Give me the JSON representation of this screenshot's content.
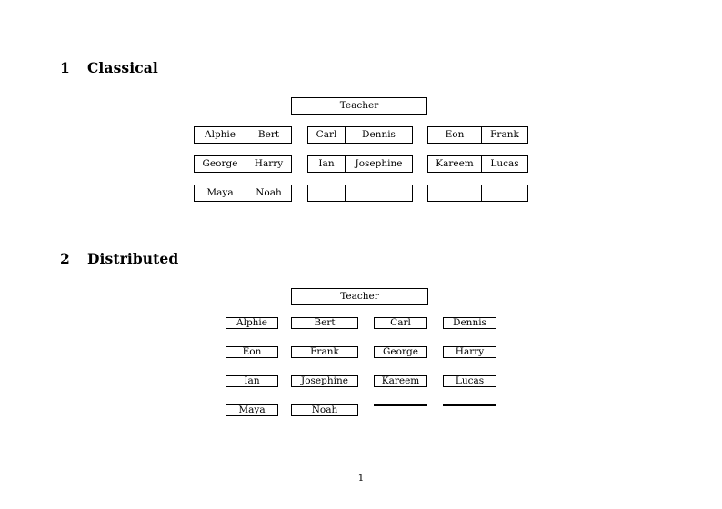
{
  "page": {
    "number": "1"
  },
  "sections": [
    {
      "number": "1",
      "title": "Classical",
      "teacher_label": "Teacher",
      "layout": "joined-pairs",
      "groups": [
        {
          "rows": [
            [
              "Alphie",
              "Bert"
            ],
            [
              "George",
              "Harry"
            ],
            [
              "Maya",
              "Noah"
            ]
          ]
        },
        {
          "rows": [
            [
              "Carl",
              "Dennis"
            ],
            [
              "Ian",
              "Josephine"
            ],
            [
              "",
              ""
            ]
          ]
        },
        {
          "rows": [
            [
              "Eon",
              "Frank"
            ],
            [
              "Kareem",
              "Lucas"
            ],
            [
              "",
              ""
            ]
          ]
        }
      ]
    },
    {
      "number": "2",
      "title": "Distributed",
      "teacher_label": "Teacher",
      "layout": "separate-boxes",
      "rows": [
        [
          "Alphie",
          "Bert",
          "Carl",
          "Dennis"
        ],
        [
          "Eon",
          "Frank",
          "George",
          "Harry"
        ],
        [
          "Ian",
          "Josephine",
          "Kareem",
          "Lucas"
        ],
        [
          "Maya",
          "Noah",
          "",
          ""
        ]
      ]
    }
  ]
}
